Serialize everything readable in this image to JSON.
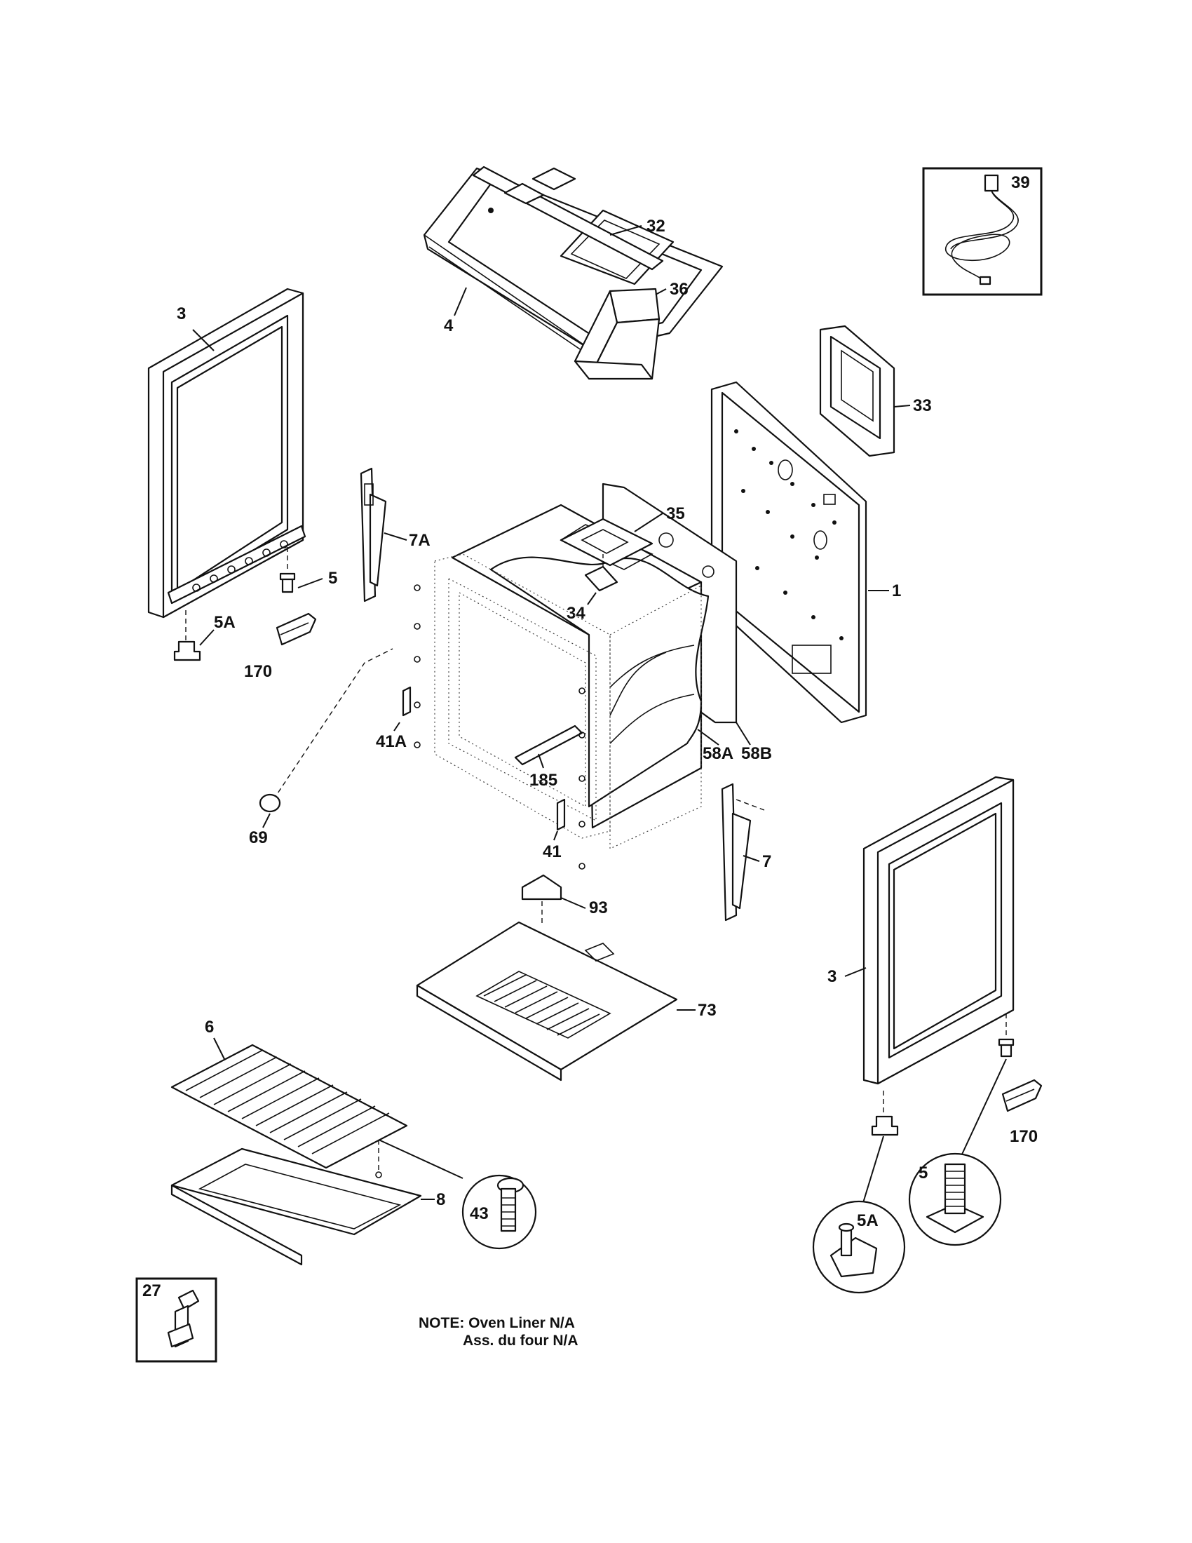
{
  "callouts": {
    "c1": "1",
    "c3_left": "3",
    "c3_right": "3",
    "c4": "4",
    "c5_left": "5",
    "c5_detail": "5",
    "c5A_left": "5A",
    "c5A_detail": "5A",
    "c6": "6",
    "c7": "7",
    "c7A": "7A",
    "c8": "8",
    "c27": "27",
    "c32": "32",
    "c33": "33",
    "c34": "34",
    "c35": "35",
    "c36": "36",
    "c39": "39",
    "c41": "41",
    "c41A": "41A",
    "c43": "43",
    "c58A": "58A",
    "c58B": "58B",
    "c69": "69",
    "c73": "73",
    "c93": "93",
    "c170_left": "170",
    "c170_right": "170",
    "c185": "185"
  },
  "note": {
    "line1": "NOTE: Oven Liner N/A",
    "line2": "Ass. du four N/A"
  }
}
